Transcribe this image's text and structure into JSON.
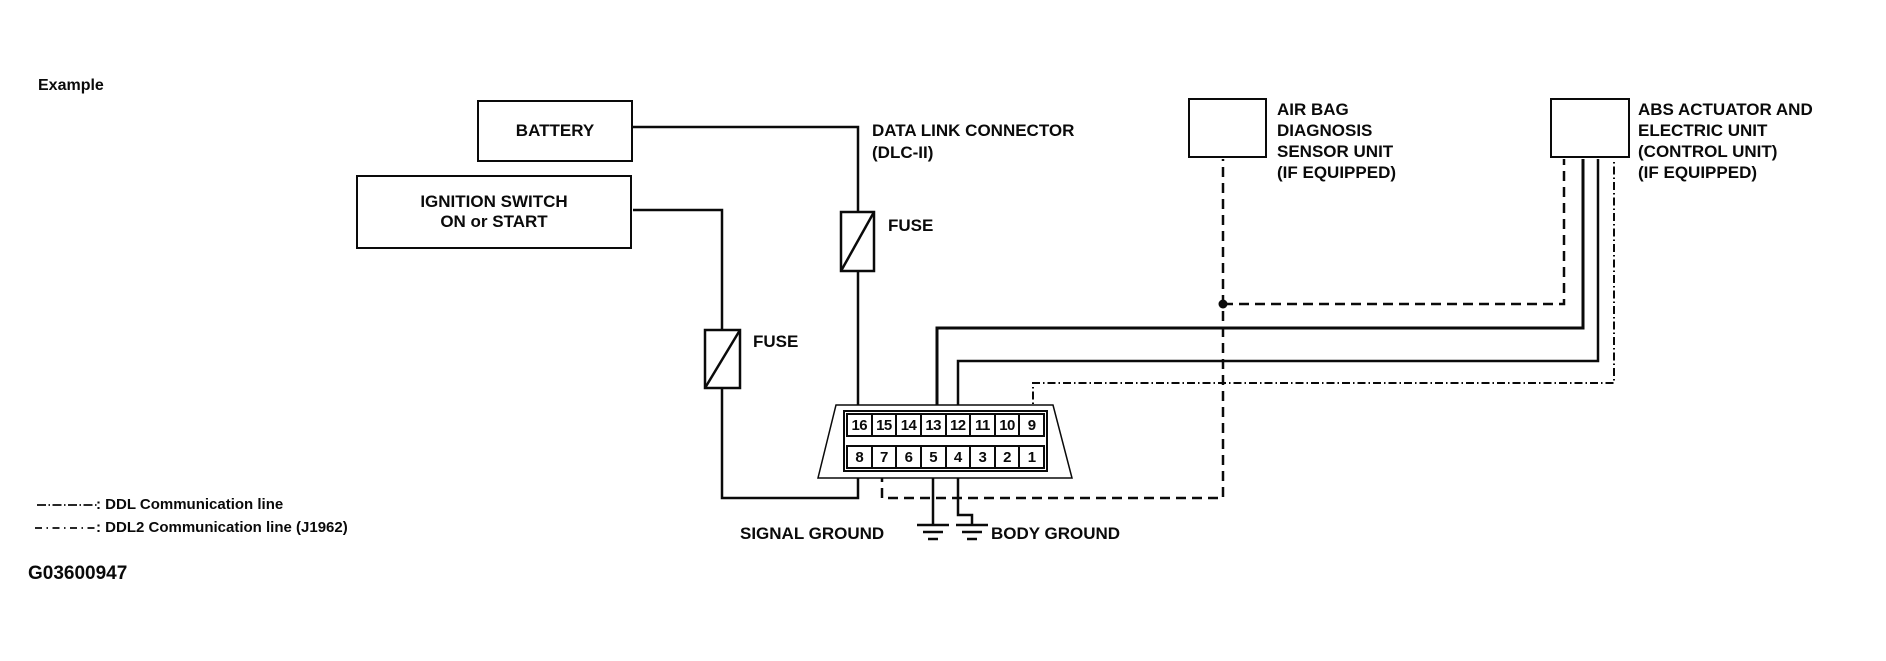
{
  "page": {
    "example_label": "Example",
    "figure_id": "G03600947",
    "background_color": "#ffffff",
    "line_color": "#0a0a0a"
  },
  "components": {
    "battery": {
      "label": "BATTERY"
    },
    "ignition_switch": {
      "line1": "IGNITION SWITCH",
      "line2": "ON or START"
    },
    "air_bag_unit": {
      "line1": "AIR BAG",
      "line2": "DIAGNOSIS",
      "line3": "SENSOR UNIT",
      "line4": "(IF EQUIPPED)"
    },
    "abs_unit": {
      "line1": "ABS ACTUATOR AND",
      "line2": "ELECTRIC UNIT",
      "line3": "(CONTROL UNIT)",
      "line4": "(IF EQUIPPED)"
    },
    "data_link_connector": {
      "line1": "DATA LINK CONNECTOR",
      "line2": "(DLC-II)"
    },
    "fuse_battery": {
      "label": "FUSE"
    },
    "fuse_ignition": {
      "label": "FUSE"
    },
    "signal_ground": {
      "label": "SIGNAL GROUND"
    },
    "body_ground": {
      "label": "BODY GROUND"
    }
  },
  "connector": {
    "top_pins": [
      "16",
      "15",
      "14",
      "13",
      "12",
      "11",
      "10",
      "9"
    ],
    "bottom_pins": [
      "8",
      "7",
      "6",
      "5",
      "4",
      "3",
      "2",
      "1"
    ]
  },
  "legend": {
    "ddl_label": ": DDL Communication line",
    "ddl2_label": ": DDL2 Communication line (J1962)"
  }
}
